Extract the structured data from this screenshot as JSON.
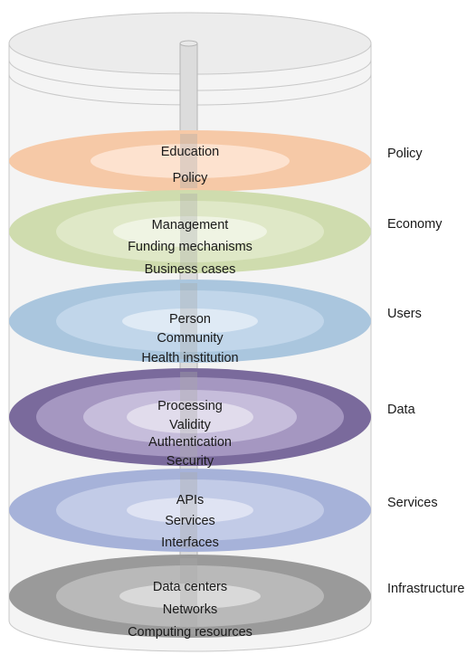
{
  "layers": [
    {
      "id": "policy",
      "side_label": "Policy",
      "ring_colors": [
        "#f6c9a7",
        "#fde2cf"
      ],
      "items": [
        "Education",
        "Policy"
      ]
    },
    {
      "id": "economy",
      "side_label": "Economy",
      "ring_colors": [
        "#cfdcae",
        "#dfe8c7",
        "#eff4e3"
      ],
      "items": [
        "Management",
        "Funding mechanisms",
        "Business cases"
      ]
    },
    {
      "id": "users",
      "side_label": "Users",
      "ring_colors": [
        "#aac6de",
        "#c1d6ea",
        "#dfeaf5"
      ],
      "items": [
        "Person",
        "Community",
        "Health institution"
      ]
    },
    {
      "id": "data",
      "side_label": "Data",
      "ring_colors": [
        "#7a6a9c",
        "#a597c1",
        "#c6bddb",
        "#e1dcec"
      ],
      "items": [
        "Processing",
        "Validity",
        "Authentication",
        "Security"
      ]
    },
    {
      "id": "services",
      "side_label": "Services",
      "ring_colors": [
        "#a6b2d9",
        "#c2cbe7",
        "#dfe3f3"
      ],
      "items": [
        "APIs",
        "Services",
        "Interfaces"
      ]
    },
    {
      "id": "infrastructure",
      "side_label": "Infrastructure",
      "ring_colors": [
        "#9a9a9a",
        "#b9b9b9",
        "#d9d9d9"
      ],
      "items": [
        "Data centers",
        "Networks",
        "Computing resources"
      ]
    }
  ]
}
